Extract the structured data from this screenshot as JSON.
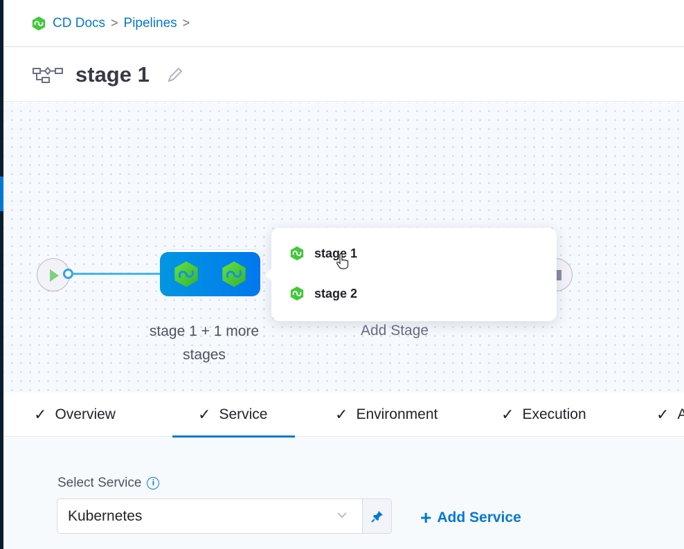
{
  "breadcrumb": {
    "items": [
      "CD Docs",
      "Pipelines"
    ],
    "separator": ">"
  },
  "header": {
    "title": "stage 1"
  },
  "canvas": {
    "group_label": "stage 1 + 1 more stages",
    "add_stage_label": "Add Stage",
    "popover": {
      "items": [
        {
          "label": "stage 1"
        },
        {
          "label": "stage 2"
        }
      ]
    }
  },
  "tabs": [
    {
      "label": "Overview",
      "done": true
    },
    {
      "label": "Service",
      "done": true,
      "active": true
    },
    {
      "label": "Environment",
      "done": true
    },
    {
      "label": "Execution",
      "done": true
    },
    {
      "label": "A",
      "done": true
    }
  ],
  "tab_check": "✓",
  "service": {
    "label": "Select Service",
    "info_icon": "i",
    "selected": "Kubernetes",
    "add_label": "Add Service",
    "add_icon": "+"
  },
  "colors": {
    "accent": "#0278d5",
    "green": "#42c83a",
    "sidebar": "#0b1c2f"
  }
}
